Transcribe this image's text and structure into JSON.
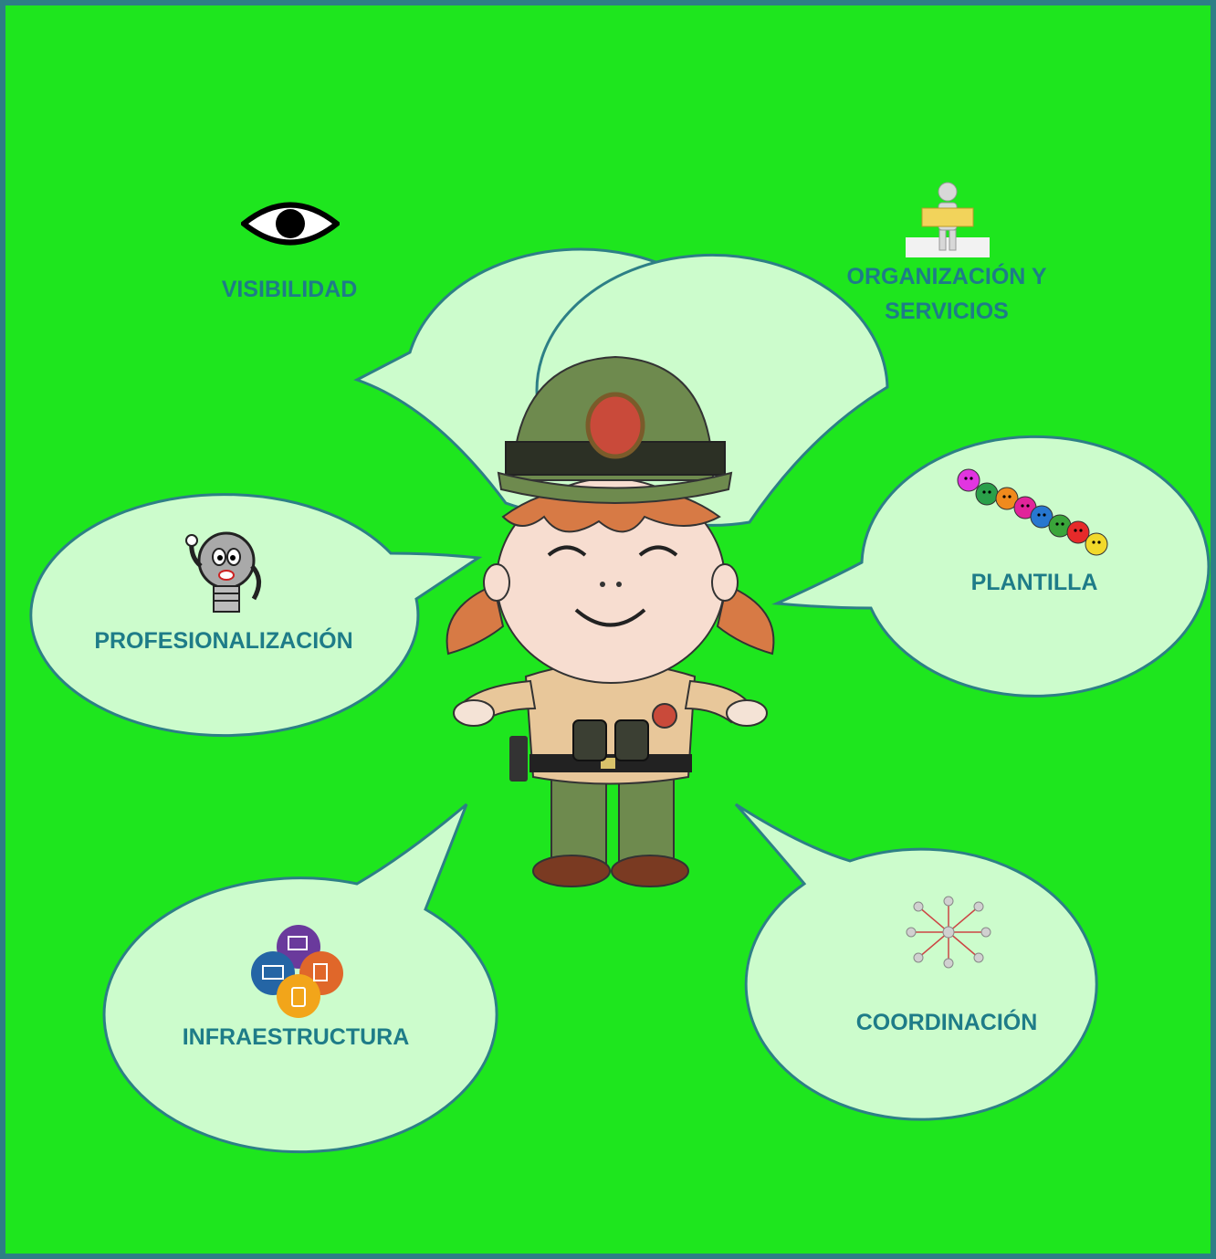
{
  "colors": {
    "background": "#1ee61e",
    "frame": "#2d7f86",
    "bubble_fill": "#ccfccc",
    "bubble_stroke": "#2d7f86",
    "text": "#1e7c88"
  },
  "bubbles": {
    "visibilidad": {
      "label": "VISIBILIDAD",
      "icon": "eye-icon"
    },
    "organizacion": {
      "line1": "ORGANIZACIÓN Y",
      "line2": "SERVICIOS",
      "icon": "person-holding-sign-icon"
    },
    "plantilla": {
      "label": "PLANTILLA",
      "icon": "colorful-characters-row-icon"
    },
    "profesionalizacion": {
      "label": "PROFESIONALIZACIÓN",
      "icon": "lightbulb-character-icon"
    },
    "infraestructura": {
      "label": "INFRAESTRUCTURA",
      "icon": "technology-circles-icon"
    },
    "coordinacion": {
      "label": "COORDINACIÓN",
      "icon": "network-people-icon"
    }
  },
  "character": {
    "icon": "forest-ranger-girl-illustration"
  }
}
